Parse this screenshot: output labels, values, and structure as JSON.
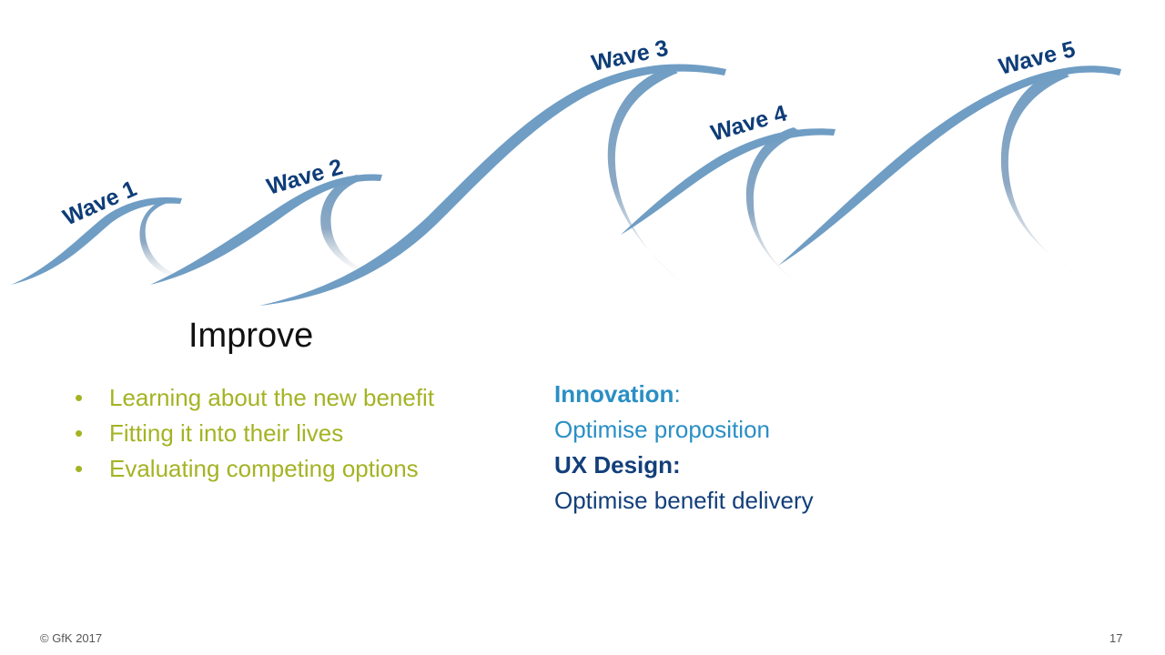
{
  "colors": {
    "wave_stroke": "#6f9dc4",
    "wave_label": "#0e3d78",
    "bullet_text": "#a4b323",
    "innovation": "#2a8fc4",
    "ux_design": "#123f7a",
    "heading": "#111111"
  },
  "waves": [
    {
      "label": "Wave 1"
    },
    {
      "label": "Wave 2"
    },
    {
      "label": "Wave 3"
    },
    {
      "label": "Wave 4"
    },
    {
      "label": "Wave 5"
    }
  ],
  "heading": "Improve",
  "bullets": [
    "Learning about the new benefit",
    "Fitting it into their lives",
    "Evaluating competing options"
  ],
  "innovation": {
    "title": "Innovation",
    "colon": ":",
    "text": "Optimise proposition"
  },
  "ux_design": {
    "title": "UX Design:",
    "text": "Optimise benefit delivery"
  },
  "footer": {
    "copyright": "© GfK 2017",
    "page_number": "17"
  }
}
